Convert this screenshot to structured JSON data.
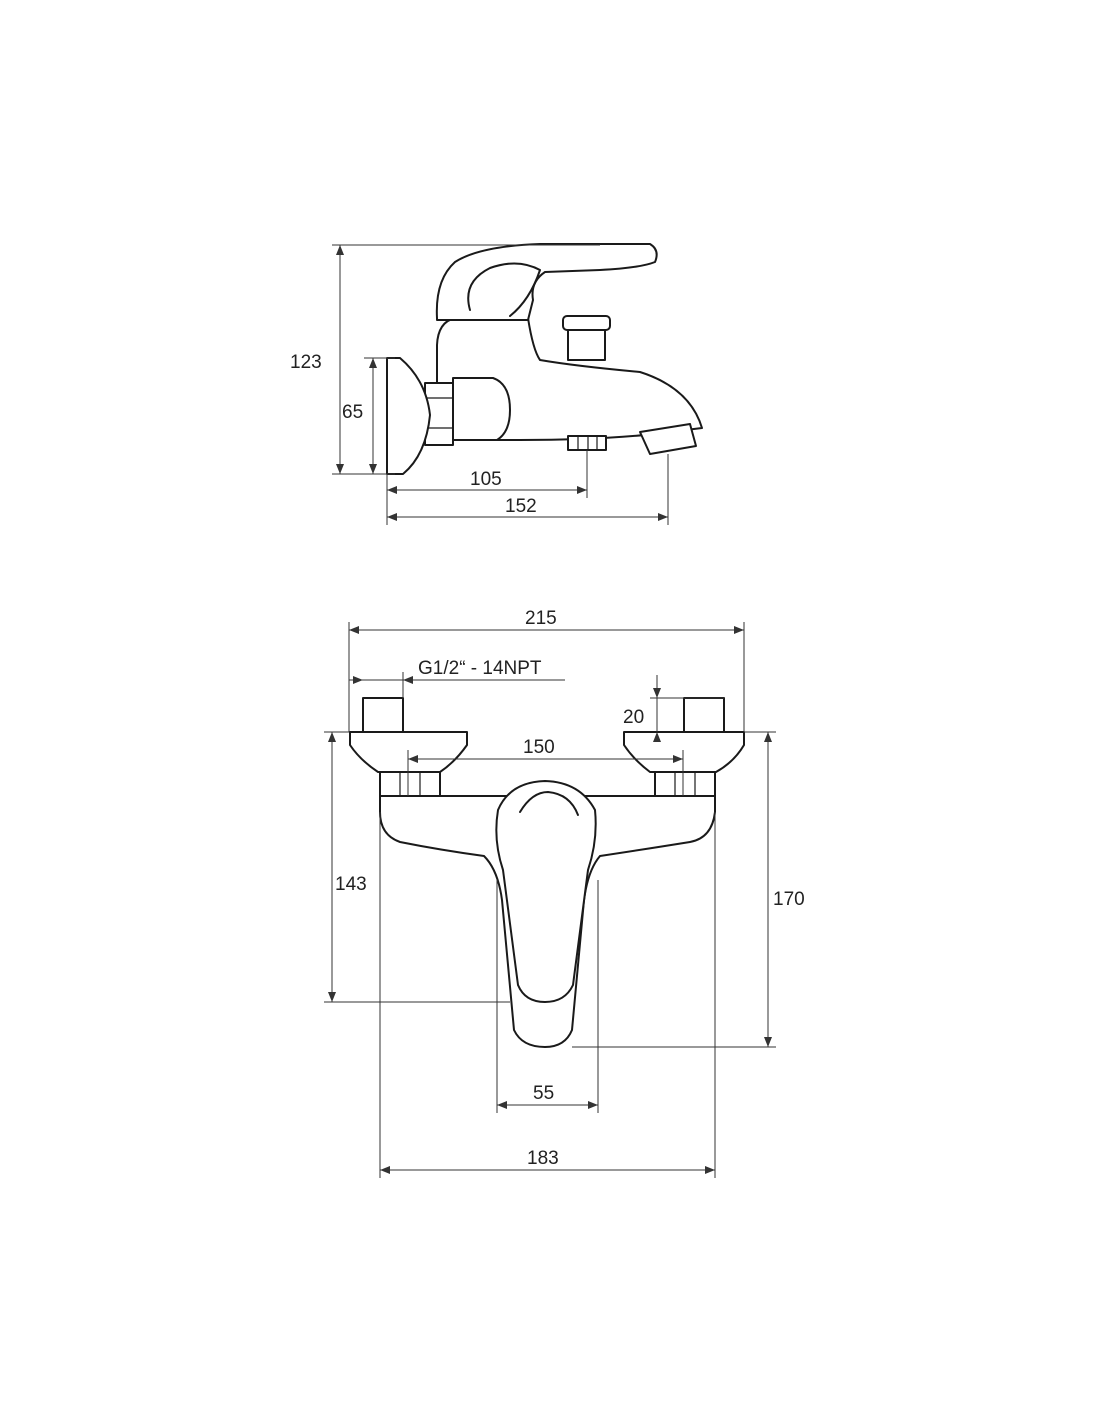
{
  "side_view": {
    "dimensions": {
      "height_total": "123",
      "height_plate": "65",
      "length_to_shower_outlet": "105",
      "length_total": "152"
    }
  },
  "front_view": {
    "dimensions": {
      "width_total": "215",
      "thread_spec": "G1/2“ - 14NPT",
      "connector_height": "20",
      "center_distance": "150",
      "height_to_lever": "143",
      "height_total": "170",
      "lever_width": "55",
      "body_width": "183"
    }
  },
  "colors": {
    "line": "#1a1a1a",
    "dimension": "#333333",
    "background": "#ffffff"
  }
}
